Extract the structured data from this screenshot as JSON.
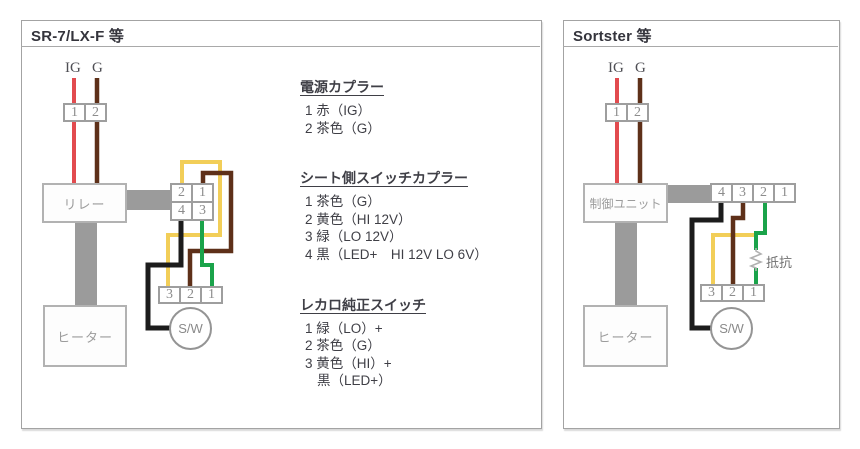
{
  "left_panel": {
    "title": "SR-7/LX-F 等",
    "ig_label": "IG",
    "g_label": "G",
    "relay_label": "リレー",
    "heater_label": "ヒーター",
    "sw_label": "S/W",
    "power_coupler": [
      "1",
      "2"
    ],
    "seat_coupler": [
      "2",
      "1",
      "4",
      "3"
    ],
    "switch_coupler": [
      "3",
      "2",
      "1"
    ]
  },
  "right_panel": {
    "title": "Sortster 等",
    "ig_label": "IG",
    "g_label": "G",
    "control_unit_label": "制御ユニット",
    "heater_label": "ヒーター",
    "sw_label": "S/W",
    "resistor_label": "抵抗",
    "power_coupler": [
      "1",
      "2"
    ],
    "unit_coupler": [
      "4",
      "3",
      "2",
      "1"
    ],
    "switch_coupler": [
      "3",
      "2",
      "1"
    ]
  },
  "legend": {
    "sections": [
      {
        "title": "電源カプラー",
        "items": [
          "1 赤（IG）",
          "2 茶色（G）"
        ]
      },
      {
        "title": "シート側スイッチカプラー",
        "items": [
          "1 茶色（G）",
          "2 黄色（HI 12V）",
          "3 緑（LO 12V）",
          "4 黒（LED+　HI 12V LO 6V）"
        ]
      },
      {
        "title": "レカロ純正スイッチ",
        "items": [
          "1 緑（LO）+",
          "2 茶色（G）",
          "3 黄色（HI）+",
          "黒（LED+）"
        ]
      }
    ]
  },
  "wire_colors": {
    "red_ig": "#e24b4f",
    "brown_g": "#5e3019",
    "yellow_hi": "#f2ce58",
    "green_lo": "#1aa34a",
    "black_led": "#1c1c1c",
    "harness_gray": "#9b9b9b"
  }
}
